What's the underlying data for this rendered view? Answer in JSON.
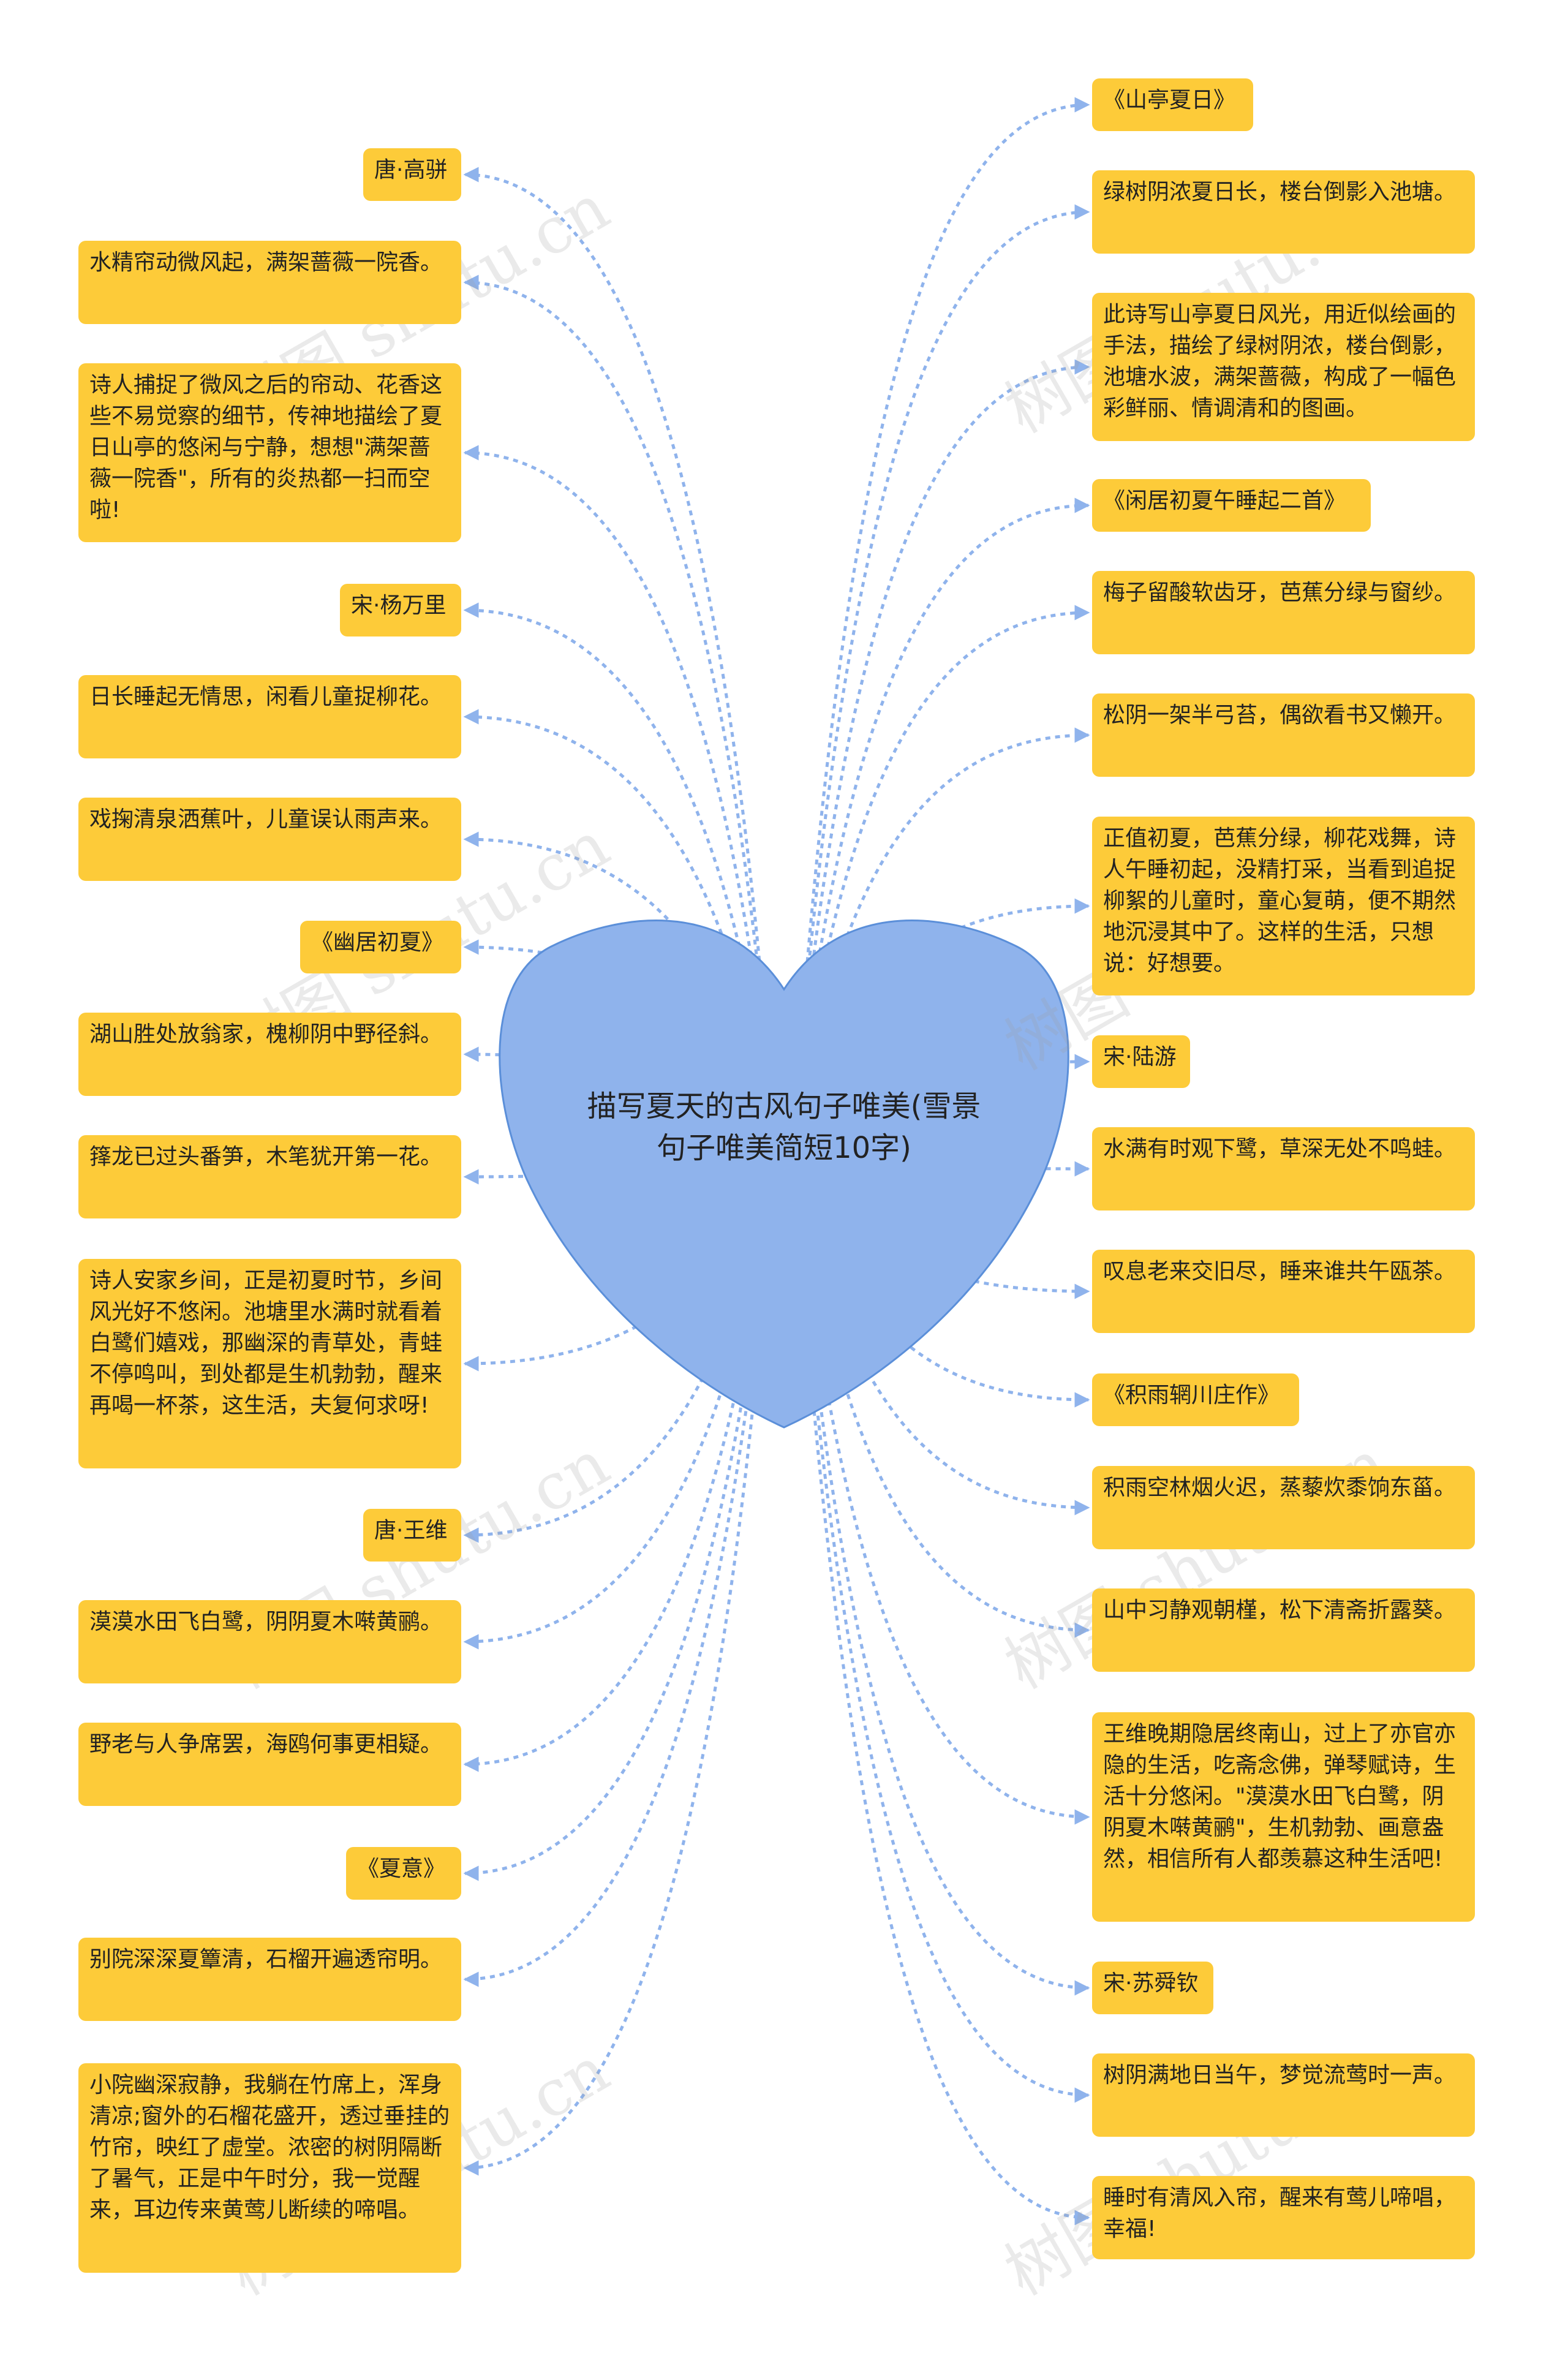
{
  "center": {
    "title": "描写夏天的古风句子唯美(雪景句子唯美简短10字)"
  },
  "colors": {
    "heart_fill": "#8fb3ec",
    "heart_stroke": "#5b8fd9",
    "node_fill": "#fdcb39",
    "link": "#8fb3ec"
  },
  "watermark": "树图 shutu.cn",
  "left_nodes": [
    {
      "id": "tang-gaopian",
      "text": "唐·高骈"
    },
    {
      "id": "shuijing",
      "text": "水精帘动微风起，满架蔷薇一院香。"
    },
    {
      "id": "shiren-buzhuo",
      "text": "诗人捕捉了微风之后的帘动、花香这些不易觉察的细节，传神地描绘了夏日山亭的悠闲与宁静，想想\"满架蔷薇一院香\"，所有的炎热都一扫而空啦!"
    },
    {
      "id": "song-yangwanli",
      "text": "宋·杨万里"
    },
    {
      "id": "richang",
      "text": "日长睡起无情思，闲看儿童捉柳花。"
    },
    {
      "id": "xiju",
      "text": "戏掬清泉洒蕉叶，儿童误认雨声来。"
    },
    {
      "id": "youju-title",
      "text": "《幽居初夏》"
    },
    {
      "id": "hushan",
      "text": "湖山胜处放翁家，槐柳阴中野径斜。"
    },
    {
      "id": "tuolong",
      "text": "箨龙已过头番笋，木笔犹开第一花。"
    },
    {
      "id": "shiren-anjia",
      "text": "诗人安家乡间，正是初夏时节，乡间风光好不悠闲。池塘里水满时就看着白鹭们嬉戏，那幽深的青草处，青蛙不停鸣叫，到处都是生机勃勃，醒来再喝一杯茶，这生活，夫复何求呀!"
    },
    {
      "id": "tang-wangwei",
      "text": "唐·王维"
    },
    {
      "id": "momo",
      "text": "漠漠水田飞白鹭，阴阴夏木啭黄鹂。"
    },
    {
      "id": "yelao",
      "text": "野老与人争席罢，海鸥何事更相疑。"
    },
    {
      "id": "xiayi-title",
      "text": "《夏意》"
    },
    {
      "id": "bieyuan",
      "text": "别院深深夏簟清，石榴开遍透帘明。"
    },
    {
      "id": "xiaoyuan",
      "text": "小院幽深寂静，我躺在竹席上，浑身清凉;窗外的石榴花盛开，透过垂挂的竹帘，映红了虚堂。浓密的树阴隔断了暑气，正是中午时分，我一觉醒来，耳边传来黄莺儿断续的啼唱。"
    }
  ],
  "right_nodes": [
    {
      "id": "shanting-title",
      "text": "《山亭夏日》"
    },
    {
      "id": "lvshu",
      "text": "绿树阴浓夏日长，楼台倒影入池塘。"
    },
    {
      "id": "cishi",
      "text": "此诗写山亭夏日风光，用近似绘画的手法，描绘了绿树阴浓，楼台倒影，池塘水波，满架蔷薇，构成了一幅色彩鲜丽、情调清和的图画。"
    },
    {
      "id": "xianju-title",
      "text": "《闲居初夏午睡起二首》"
    },
    {
      "id": "meizi",
      "text": "梅子留酸软齿牙，芭蕉分绿与窗纱。"
    },
    {
      "id": "songyin",
      "text": "松阴一架半弓苔，偶欲看书又懒开。"
    },
    {
      "id": "zhengzhi",
      "text": "正值初夏，芭蕉分绿，柳花戏舞，诗人午睡初起，没精打采，当看到追捉柳絮的儿童时，童心复萌，便不期然地沉浸其中了。这样的生活，只想说：好想要。"
    },
    {
      "id": "song-luyou",
      "text": "宋·陆游"
    },
    {
      "id": "shuiman",
      "text": "水满有时观下鹭，草深无处不鸣蛙。"
    },
    {
      "id": "tanxi",
      "text": "叹息老来交旧尽，睡来谁共午瓯茶。"
    },
    {
      "id": "jiyu-title",
      "text": "《积雨辋川庄作》"
    },
    {
      "id": "jiyu",
      "text": "积雨空林烟火迟，蒸藜炊黍饷东菑。"
    },
    {
      "id": "shanzhong",
      "text": "山中习静观朝槿，松下清斋折露葵。"
    },
    {
      "id": "wangwei-wanqi",
      "text": "王维晚期隐居终南山，过上了亦官亦隐的生活，吃斋念佛，弹琴赋诗，生活十分悠闲。\"漠漠水田飞白鹭，阴阴夏木啭黄鹂\"，生机勃勃、画意盎然，相信所有人都羡慕这种生活吧!"
    },
    {
      "id": "song-sushunqin",
      "text": "宋·苏舜钦"
    },
    {
      "id": "shuyin",
      "text": "树阴满地日当午，梦觉流莺时一声。"
    },
    {
      "id": "shuishi",
      "text": "睡时有清风入帘，醒来有莺儿啼唱，幸福!"
    }
  ]
}
